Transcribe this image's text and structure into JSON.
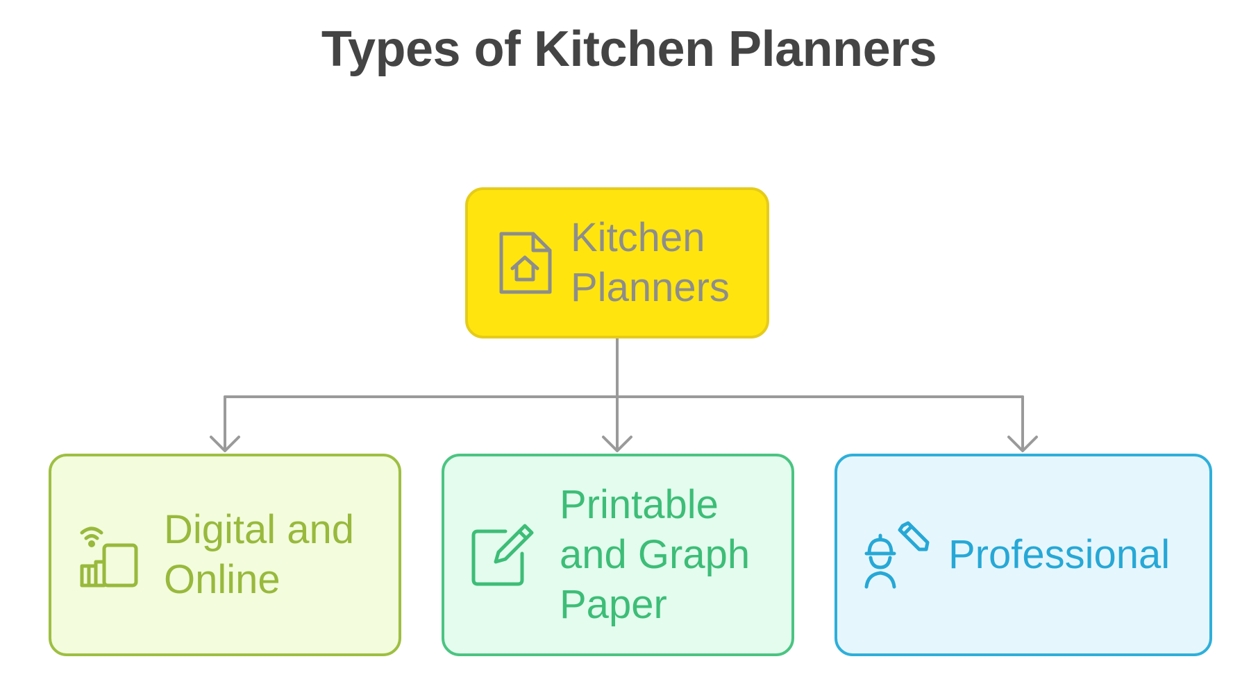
{
  "title": "Types of Kitchen Planners",
  "root": {
    "label": "Kitchen\nPlanners",
    "icon": "document-house-icon",
    "color": "#ffe50d"
  },
  "children": [
    {
      "label": "Digital and\nOnline",
      "icon": "wifi-devices-icon",
      "color": "#98b93c"
    },
    {
      "label": "Printable\nand Graph\nPaper",
      "icon": "edit-square-icon",
      "color": "#3dbd77"
    },
    {
      "label": "Professional",
      "icon": "engineer-pencil-icon",
      "color": "#26a8d6"
    }
  ],
  "connector_color": "#999999"
}
